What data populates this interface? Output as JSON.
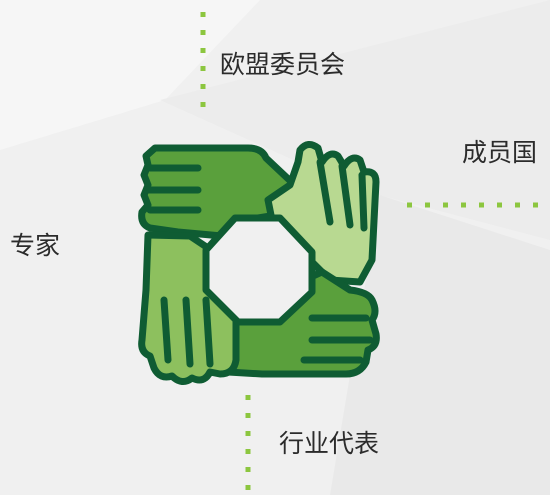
{
  "diagram": {
    "icon_name": "joined-hands-icon",
    "labels": {
      "top": "欧盟委员会",
      "right": "成员国",
      "left": "专家",
      "bottom": "行业代表"
    },
    "colors": {
      "background": "#f0f0f0",
      "outline": "#0f5c33",
      "hand_dark": "#5aa03c",
      "hand_mid": "#8dc05e",
      "hand_light": "#b8d991",
      "connector_dots": "#8cc63f",
      "label_text": "#2b2b2b"
    }
  }
}
